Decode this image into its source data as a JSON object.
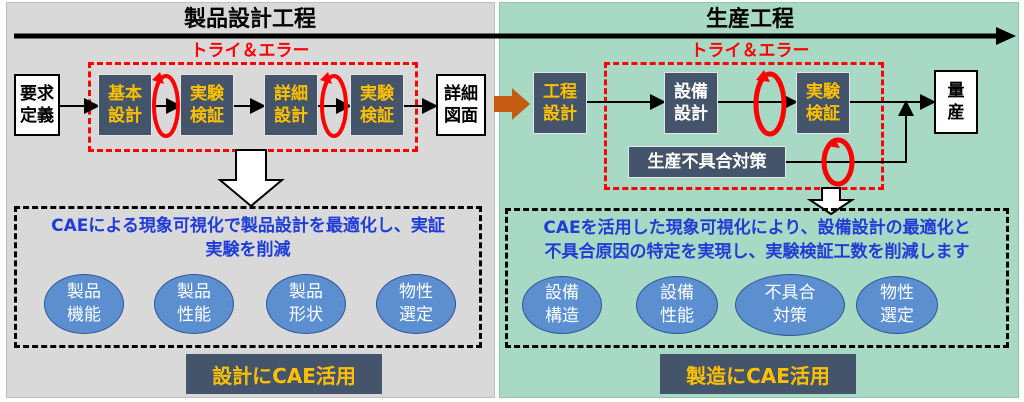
{
  "design_phase": {
    "title": "製品設計工程",
    "trial": "トライ＆エラー",
    "requirement": "要求\n定義",
    "basic_design": "基本\n設計",
    "experiment1": "実験\n検証",
    "detail_design": "詳細\n設計",
    "experiment2": "実験\n検証",
    "detail_drawing": "詳細\n図面",
    "description": "CAEによる現象可視化で製品設計を最適化し、実証\n実験を削減",
    "bubbles": [
      "製品\n機能",
      "製品\n性能",
      "製品\n形状",
      "物性\n選定"
    ],
    "banner": "設計にCAE活用"
  },
  "production_phase": {
    "title": "生産工程",
    "trial": "トライ＆エラー",
    "process_design": "工程\n設計",
    "equipment_design": "設備\n設計",
    "experiment": "実験\n検証",
    "mass_production": "量\n産",
    "defect_countermeasure": "生産不具合対策",
    "description": "CAEを活用した現象可視化により、設備設計の最適化と\n不具合原因の特定を実現し、実験検証工数を削減します",
    "bubbles": [
      "設備\n構造",
      "設備\n性能",
      "不具合\n対策",
      "物性\n選定"
    ],
    "banner": "製造にCAE活用"
  },
  "colors": {
    "left_bg": "#d9d9d9",
    "right_bg": "#a8d9c4",
    "box_dark": "#44546a",
    "box_text_yellow": "#ffc000",
    "red": "#ff0000",
    "desc_blue": "#1f3cd6",
    "bubble": "#5b8fd0",
    "transition_arrow": "#c55a11"
  }
}
